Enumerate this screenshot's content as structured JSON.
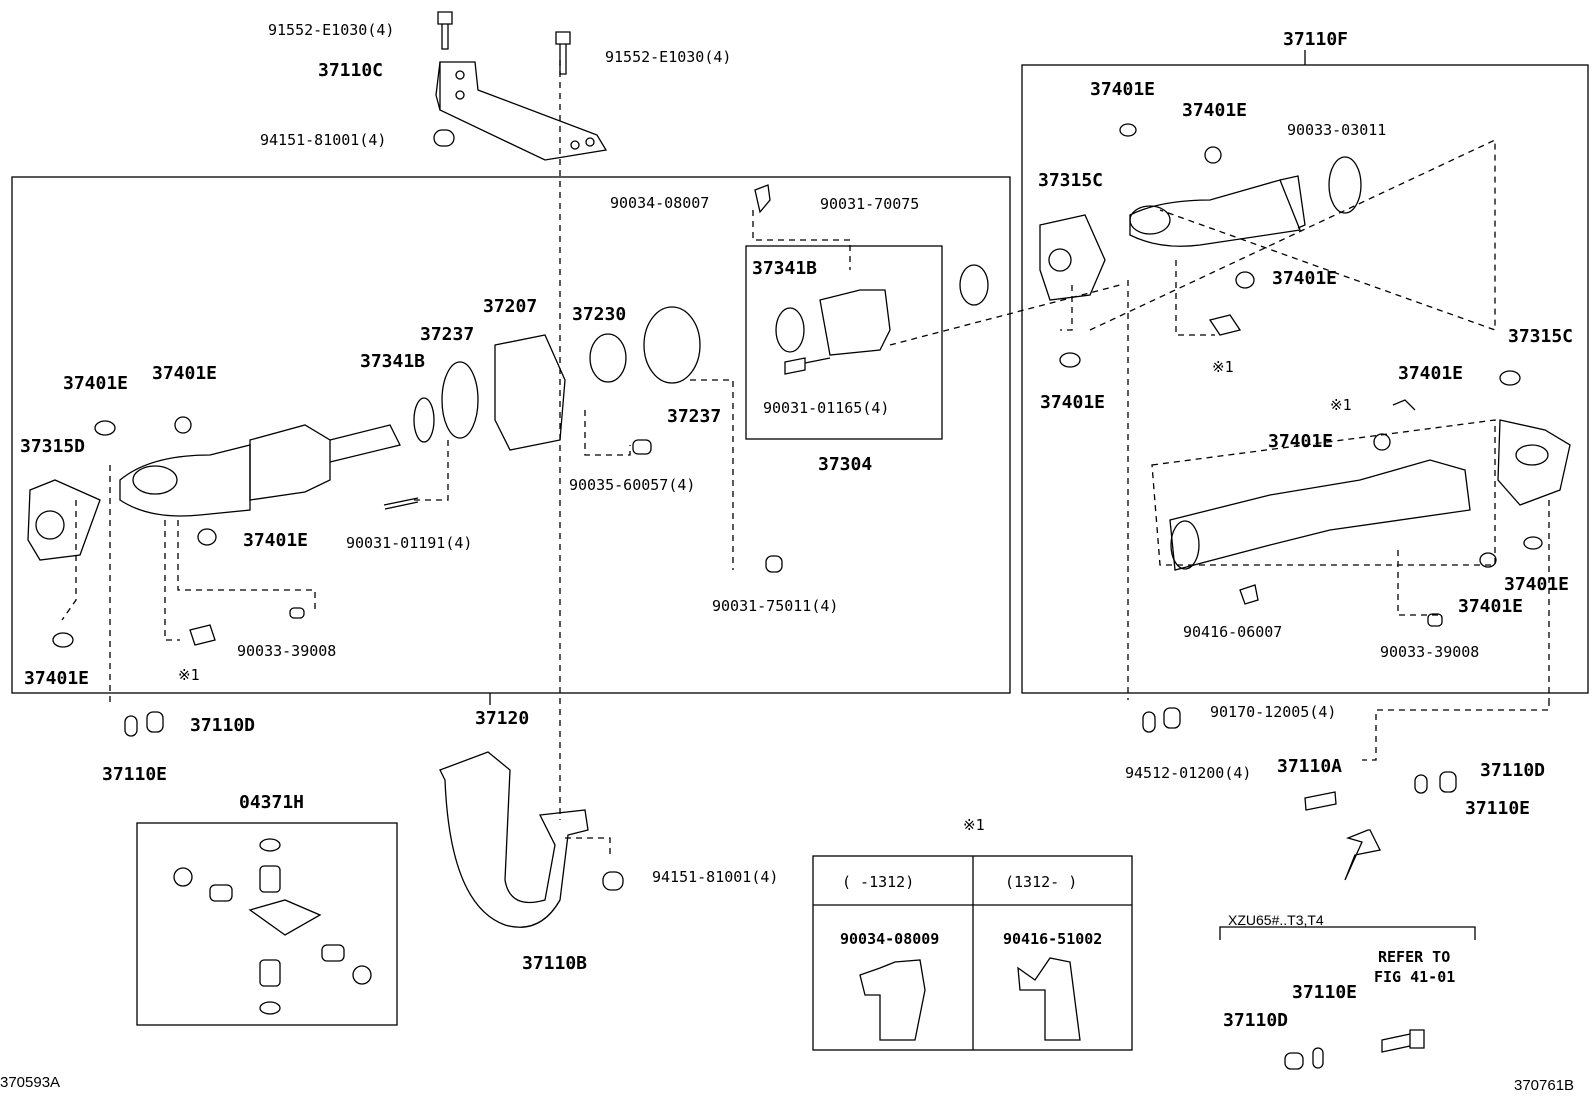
{
  "part_labels": [
    "91552-E1030(4)",
    "91552-E1030(4)",
    "37110C",
    "94151-81001(4)",
    "37110F",
    "37401E",
    "37401E",
    "90033-03011",
    "37315C",
    "37401E",
    "※1",
    "37401E",
    "37315C",
    "37401E",
    "※1",
    "37401E",
    "37401E",
    "37401E",
    "90416-06007",
    "90033-39008",
    "90034-08007",
    "90031-70075",
    "37341B",
    "90031-01165(4)",
    "37304",
    "37207",
    "37230",
    "37237",
    "37341B",
    "37237",
    "37401E",
    "37401E",
    "37315D",
    "37401E",
    "90031-01191(4)",
    "90035-60057(4)",
    "90031-75011(4)",
    "90033-39008",
    "※1",
    "37401E",
    "37110D",
    "37110E",
    "37120",
    "90170-12005(4)",
    "94512-01200(4)",
    "37110A",
    "37110D",
    "37110E",
    "04371H",
    "94151-81001(4)",
    "37110B",
    "※1",
    "(    -1312)",
    "(1312-    )",
    "90034-08009",
    "90416-51002",
    "XZU65#..T3,T4",
    "REFER TO",
    "FIG 41-01",
    "37110E",
    "37110D",
    "370593A",
    "370761B"
  ]
}
